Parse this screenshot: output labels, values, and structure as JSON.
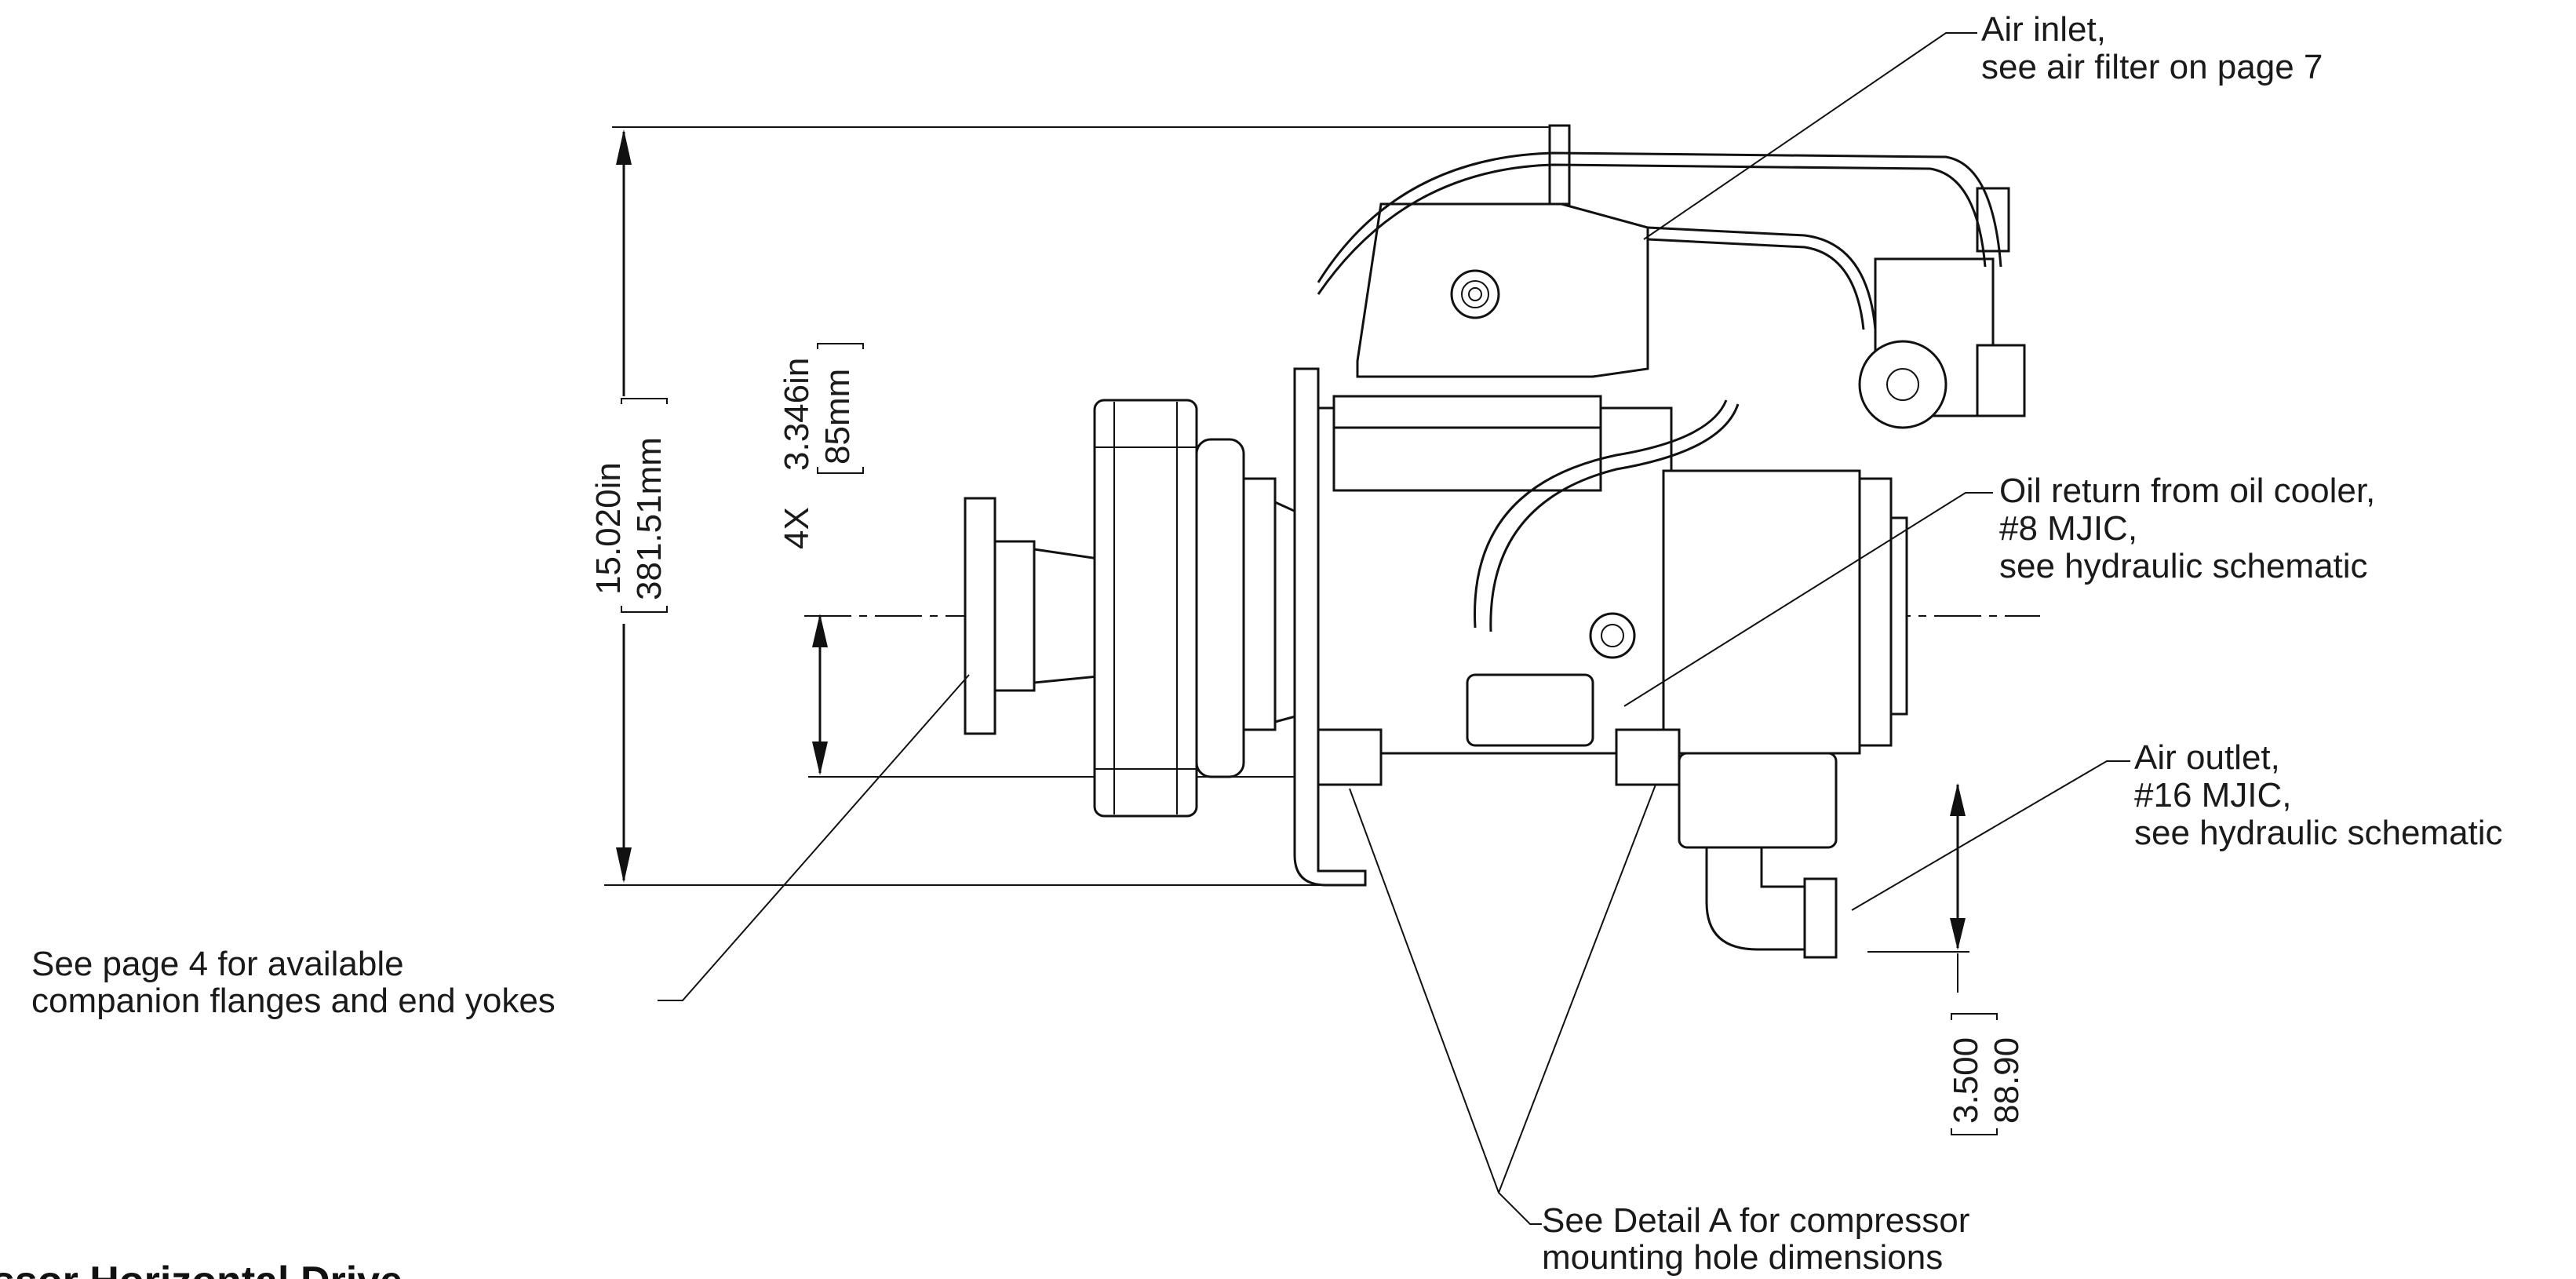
{
  "callouts": {
    "air_inlet": [
      "Air inlet,",
      "see air filter on page 7"
    ],
    "oil_return": [
      "Oil return from oil cooler,",
      "#8 MJIC,",
      "see hydraulic schematic"
    ],
    "air_outlet": [
      "Air outlet,",
      "#16 MJIC,",
      "see hydraulic schematic"
    ],
    "flanges": [
      "See page 4 for available",
      "companion flanges and end yokes"
    ],
    "detail_a": [
      "See Detail A for compressor",
      "mounting hole dimensions"
    ]
  },
  "dimensions": {
    "overall_height": {
      "imperial": "15.020in",
      "metric": "381.51mm"
    },
    "mount_height": {
      "prefix": "4X",
      "imperial": "3.346in",
      "metric": "85mm"
    },
    "outlet_offset": {
      "imperial": "3.500",
      "metric": "88.90"
    }
  },
  "title": "ssor Horizontal Drive"
}
